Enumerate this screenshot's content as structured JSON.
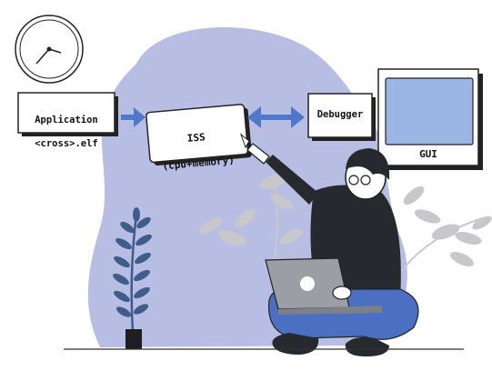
{
  "boxes": {
    "application": {
      "line1": "Application",
      "line2": "<cross>.elf"
    },
    "iss": {
      "line1": "ISS",
      "line2": "(cpu+memory)"
    },
    "debugger": {
      "label": "Debugger"
    },
    "gui": {
      "label": "GUI"
    }
  },
  "colors": {
    "blob": "#b7bde3",
    "arrow": "#4f78c9",
    "screen": "#9bb5e4",
    "plant_blue": "#3f5c8a",
    "plant_grey": "#c8c8cc",
    "shirt": "#262a2e",
    "jeans": "#4b70c2",
    "laptop": "#9b9ea4"
  },
  "icons": [
    "clock-icon",
    "arrow-right-icon",
    "double-arrow-icon"
  ]
}
